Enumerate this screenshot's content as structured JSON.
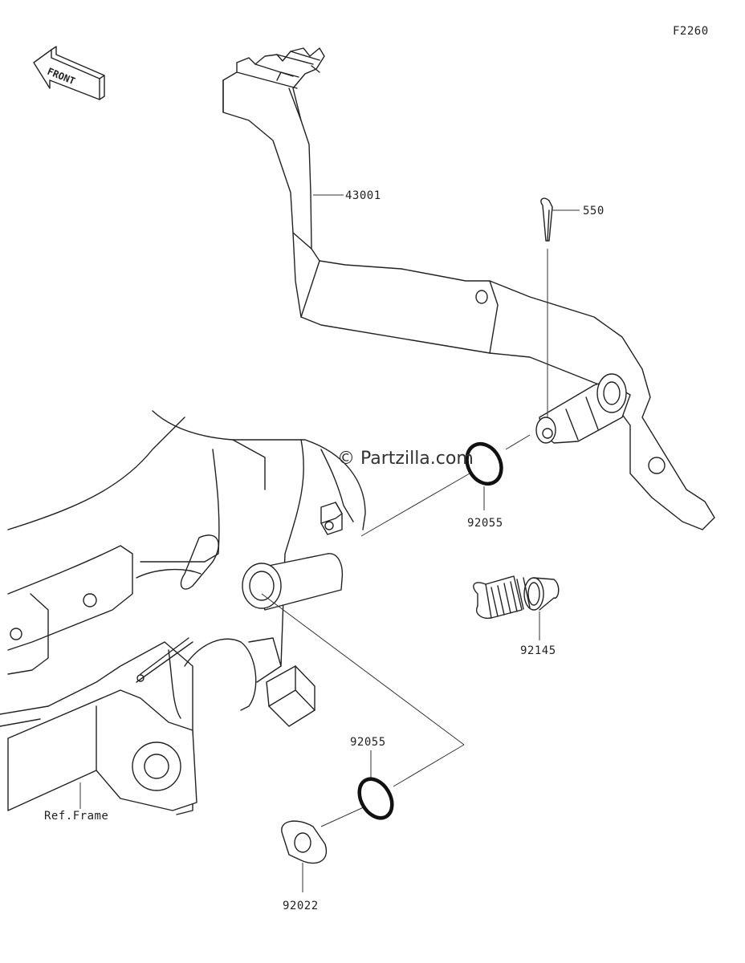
{
  "diagram_code": "F2260",
  "front_label": "FRONT",
  "watermark": "© Partzilla.com",
  "parts": {
    "pedal": "43001",
    "cotter_pin": "550",
    "oring_upper": "92055",
    "spring": "92145",
    "oring_lower": "92055",
    "washer": "92022",
    "frame_ref": "Ref.Frame"
  }
}
